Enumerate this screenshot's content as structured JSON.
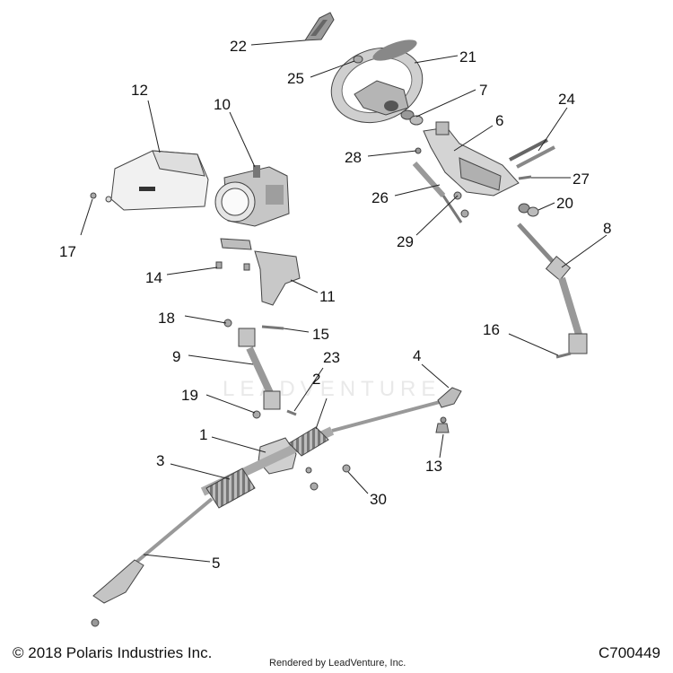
{
  "callouts": {
    "c1": "1",
    "c2": "2",
    "c3": "3",
    "c4": "4",
    "c5": "5",
    "c6": "6",
    "c7": "7",
    "c8": "8",
    "c9": "9",
    "c10": "10",
    "c11": "11",
    "c12": "12",
    "c13": "13",
    "c14": "14",
    "c15": "15",
    "c16": "16",
    "c17": "17",
    "c18": "18",
    "c19": "19",
    "c20": "20",
    "c21": "21",
    "c22": "22",
    "c23": "23",
    "c24": "24",
    "c25": "25",
    "c26": "26",
    "c27": "27",
    "c28": "28",
    "c29": "29",
    "c30": "30"
  },
  "footer": {
    "copyright": "© 2018 Polaris Industries Inc.",
    "rendered_by": "Rendered by LeadVenture, Inc.",
    "code": "C700449"
  },
  "watermark": {
    "text": "LEADVENTURE"
  }
}
